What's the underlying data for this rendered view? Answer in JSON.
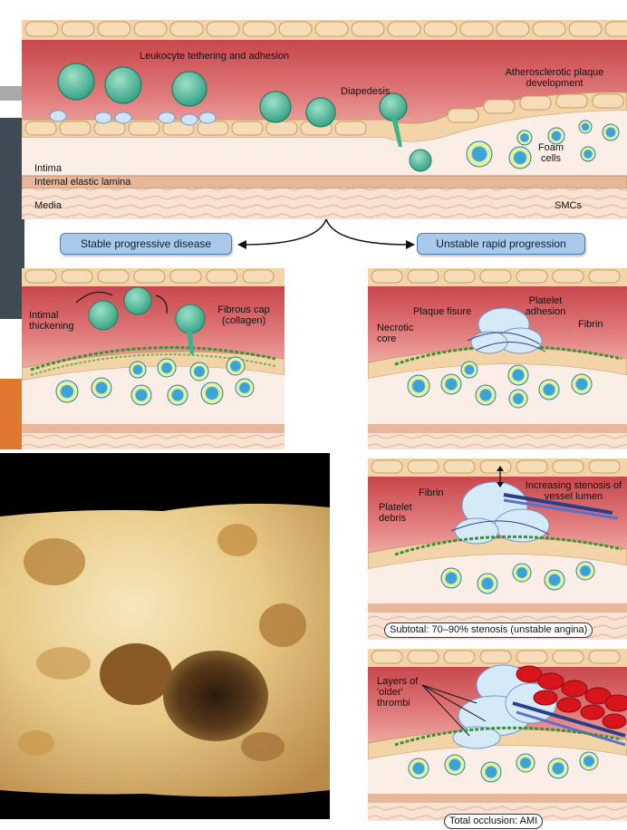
{
  "top_panel": {
    "labels": {
      "leukocyte": "Leukocyte tethering and adhesion",
      "diapedesis": "Diapedesis",
      "plaque_dev": "Atherosclerotic plaque development",
      "foam": "Foam cells",
      "intima": "Intima",
      "iel": "Internal elastic lamina",
      "media": "Media",
      "smcs": "SMCs"
    }
  },
  "branches": {
    "stable": "Stable progressive disease",
    "unstable": "Unstable rapid progression"
  },
  "stable_panel": {
    "intimal": "Intimal thickening",
    "fibrous_cap": "Fibrous cap (collagen)"
  },
  "unstable_panel_1": {
    "plaque_fissure": "Plaque fisure",
    "platelet_adhesion": "Platelet adhesion",
    "necrotic_core": "Necrotic core",
    "fibrin": "Fibrin"
  },
  "unstable_panel_2": {
    "fibrin": "Fibrin",
    "platelet_debris": "Platelet debris",
    "stenosis": "Increasing stenosis of vessel lumen",
    "caption": "Subtotal: 70–90% stenosis (unstable angina)"
  },
  "unstable_panel_3": {
    "layers": "Layers of 'older' thrombi",
    "caption": "Total occlusion: AMI"
  },
  "colors": {
    "lumen": "#d8676a",
    "endothelium": "#f3d3a8",
    "media": "#f6dccb",
    "leukocyte": "#43b99a",
    "foam_cell": "#3aa3d8",
    "platelet": "#cfe4f5",
    "rbc": "#d8141c",
    "pill": "#a9c9ea"
  }
}
